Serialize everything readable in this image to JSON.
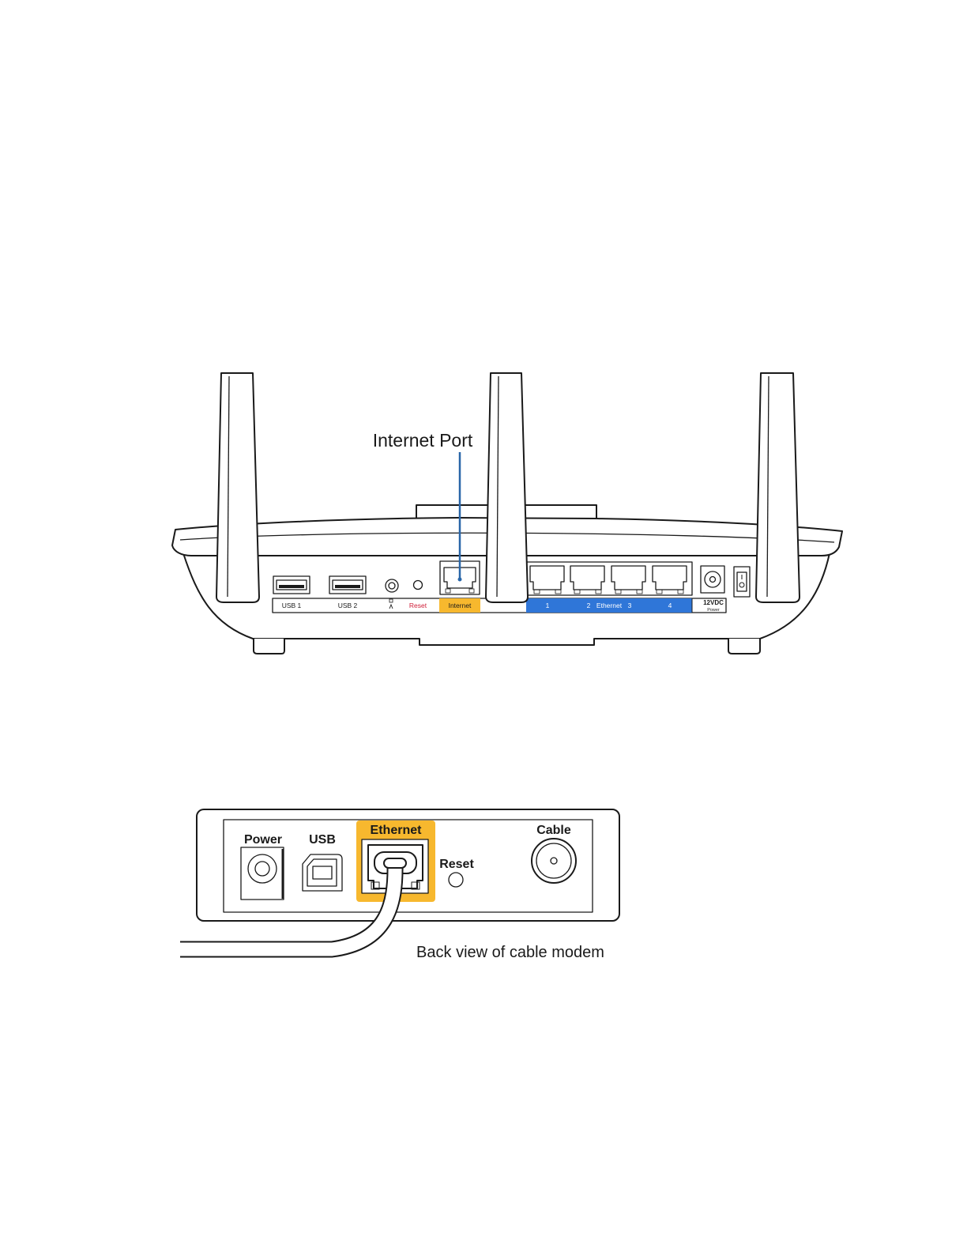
{
  "router": {
    "callout_label": "Internet Port",
    "port_labels": {
      "usb1": "USB 1",
      "usb2": "USB 2",
      "reset": "Reset",
      "internet": "Internet",
      "eth1": "1",
      "eth2": "2",
      "ethernet": "Ethernet",
      "eth3": "3",
      "eth4": "4",
      "power_voltage": "12VDC",
      "power": "Power"
    }
  },
  "modem": {
    "labels": {
      "power": "Power",
      "usb": "USB",
      "ethernet": "Ethernet",
      "reset": "Reset",
      "cable": "Cable"
    },
    "caption": "Back view of cable modem"
  },
  "colors": {
    "internet_highlight": "#f7b82e",
    "ethernet_bar": "#2f76d8",
    "reset_label": "#d0213a",
    "callout_line": "#2966a8"
  }
}
